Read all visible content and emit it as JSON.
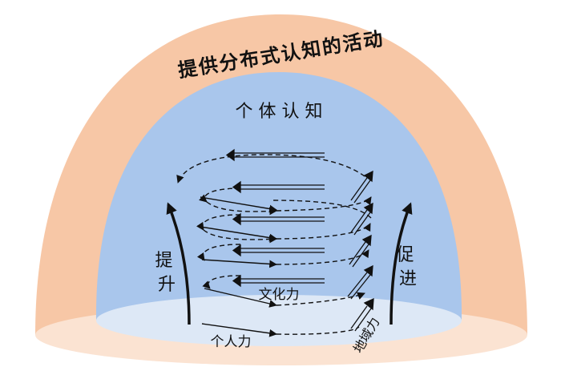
{
  "outer_label": "提供分布式认知的活动",
  "inner_label": "个 体 认 知",
  "left_label": "提升",
  "right_label": "促进",
  "label_culture": "文化力",
  "label_personal": "个人力",
  "label_region": "地域力",
  "colors": {
    "outer_dome": "#f7c7a6",
    "inner_dome": "#a9c6ec",
    "base_outer": "#fbe3d2",
    "base_inner": "#dde8f6",
    "line": "#111111"
  }
}
